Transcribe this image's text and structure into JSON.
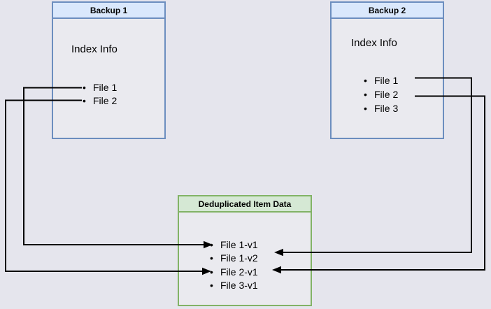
{
  "diagram": {
    "backup1": {
      "title": "Backup 1",
      "section_label": "Index Info",
      "files": [
        "File 1",
        "File 2"
      ]
    },
    "backup2": {
      "title": "Backup 2",
      "section_label": "Index Info",
      "files": [
        "File 1",
        "File 2",
        "File 3"
      ]
    },
    "dedup": {
      "title": "Deduplicated Item Data",
      "items": [
        "File 1-v1",
        "File 1-v2",
        "File 2-v1",
        "File 3-v1"
      ]
    },
    "connections": [
      {
        "from": "Backup 1 / File 1",
        "to": "File 1-v1"
      },
      {
        "from": "Backup 1 / File 2",
        "to": "File 2-v1"
      },
      {
        "from": "Backup 2 / File 1",
        "to": "File 1-v2"
      },
      {
        "from": "Backup 2 / File 2",
        "to": "File 2-v1"
      }
    ],
    "colors": {
      "backup_border": "#6c8ebf",
      "backup_header_fill": "#dae8fc",
      "dedup_border": "#82b366",
      "dedup_header_fill": "#d5e8d4",
      "arrow": "#000000",
      "background": "#e5e5ed"
    }
  }
}
